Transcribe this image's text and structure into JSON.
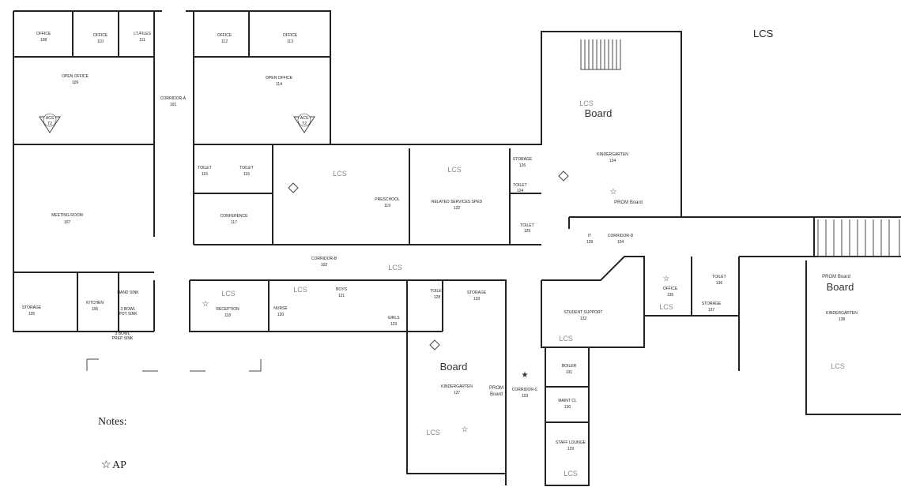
{
  "title_tag": "LCS",
  "rooms": [
    {
      "name": "OFFICE",
      "number": "108"
    },
    {
      "name": "OFFICE",
      "number": "110"
    },
    {
      "name": "LT./FILES",
      "number": "111"
    },
    {
      "name": "OFFICE",
      "number": "112"
    },
    {
      "name": "OFFICE",
      "number": "113"
    },
    {
      "name": "OPEN OFFICE",
      "number": "109"
    },
    {
      "name": "OPEN OFFICE",
      "number": "114"
    },
    {
      "name": "CORRIDOR-A",
      "number": "101"
    },
    {
      "name": "MEETING ROOM",
      "number": "107"
    },
    {
      "name": "TOILET",
      "number": "115"
    },
    {
      "name": "TOILET",
      "number": "116"
    },
    {
      "name": "CONFERENCE",
      "number": "117"
    },
    {
      "name": "PRESCHOOL",
      "number": "119"
    },
    {
      "name": "RELATED SERVICES SPED",
      "number": "122"
    },
    {
      "name": "STORAGE",
      "number": "126"
    },
    {
      "name": "TOILET",
      "number": "124"
    },
    {
      "name": "TOILET",
      "number": "125"
    },
    {
      "name": "KINDERGARTEN",
      "number": "134"
    },
    {
      "name": "CORRIDOR-D",
      "number": "104"
    },
    {
      "name": "IT",
      "number": "139"
    },
    {
      "name": "CORRIDOR-B",
      "number": "102"
    },
    {
      "name": "STORAGE",
      "number": "105"
    },
    {
      "name": "KITCHEN",
      "number": "106"
    },
    {
      "name": "RECEPTION",
      "number": "118"
    },
    {
      "name": "NURSE",
      "number": "120"
    },
    {
      "name": "BOYS",
      "number": "121"
    },
    {
      "name": "GIRLS",
      "number": "123"
    },
    {
      "name": "TOILET",
      "number": "128"
    },
    {
      "name": "STORAGE",
      "number": "133"
    },
    {
      "name": "STUDENT SUPPORT",
      "number": "132"
    },
    {
      "name": "OFFICE",
      "number": "135"
    },
    {
      "name": "TOILET",
      "number": "136"
    },
    {
      "name": "STORAGE",
      "number": "137"
    },
    {
      "name": "KINDERGARTEN",
      "number": "138"
    },
    {
      "name": "KINDERGARTEN",
      "number": "127"
    },
    {
      "name": "CORRIDOR-C",
      "number": "103"
    },
    {
      "name": "BOILER",
      "number": "131"
    },
    {
      "name": "MAINT CL",
      "number": "130"
    },
    {
      "name": "STAFF LOUNGE",
      "number": "129"
    }
  ],
  "fixtures": {
    "hand_sink": "HAND SINK",
    "pot_sink_1": "3 BOWL",
    "pot_sink_2": "POT SINK",
    "prep_sink_1": "3 BOWL",
    "prep_sink_2": "PREP SINK"
  },
  "acs": {
    "label": "ACS",
    "value": "T2"
  },
  "overlay": {
    "lcs": "LCS",
    "board": "Board",
    "prom_board": "PROM Board",
    "prom": "PROM",
    "board_small": "Board"
  },
  "notes": {
    "title": "Notes:",
    "legend_symbol": "☆",
    "legend_label": "AP"
  }
}
